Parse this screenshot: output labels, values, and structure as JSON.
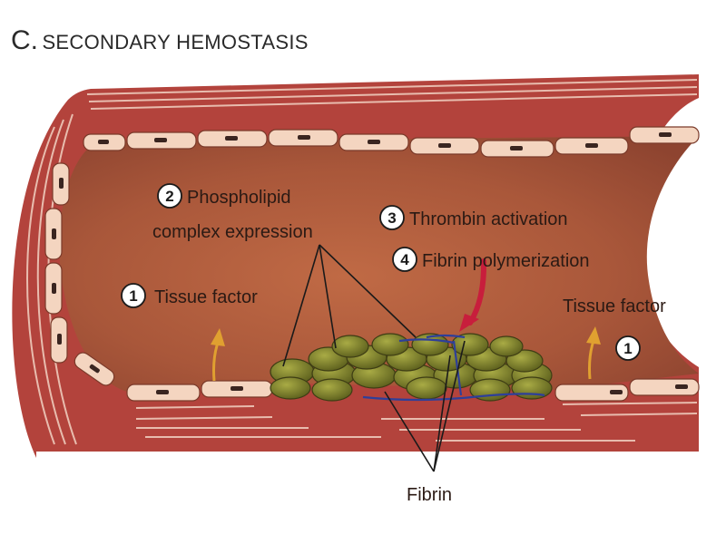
{
  "title": {
    "letter": "C.",
    "text": "SECONDARY HEMOSTASIS"
  },
  "labels": {
    "step1_left": {
      "number": "1",
      "text": "Tissue factor"
    },
    "step1_right": {
      "number": "1",
      "text": "Tissue factor"
    },
    "step2": {
      "number": "2",
      "line1": "Phospholipid",
      "line2": "complex expression"
    },
    "step3": {
      "number": "3",
      "text": "Thrombin activation"
    },
    "step4": {
      "number": "4",
      "text": "Fibrin polymerization"
    },
    "fibrin": "Fibrin"
  },
  "colors": {
    "wall_outer": "#b3433c",
    "wall_line": "#f2d2c2",
    "lumen": "#9c4e33",
    "endothelium": "#f4d5c0",
    "nucleus": "#3a2520",
    "platelet": "#7b7d2a",
    "fibrin": "#2e3f9a",
    "arrow_tissue": "#e0a030",
    "arrow_thrombin": "#c81e3c"
  }
}
